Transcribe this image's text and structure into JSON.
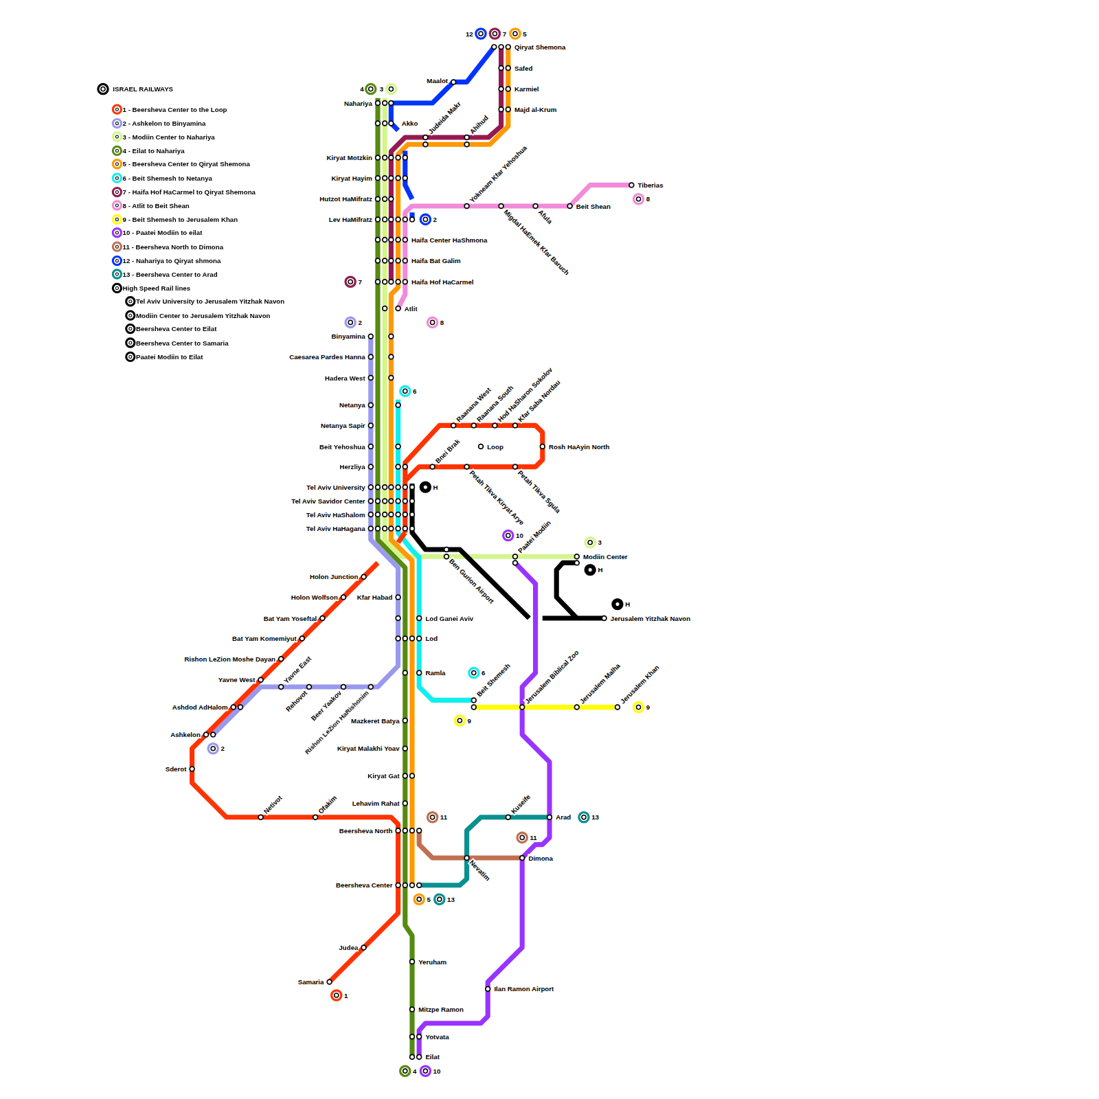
{
  "diagram": {
    "title": "ISRAEL RAILWAYS",
    "labels": [
      "Nahariya",
      "Akko",
      "Kiryat Motzkin",
      "Kiryat Hayim",
      "Hutzot HaMifratz",
      "Lev HaMifratz",
      "Haifa Center HaShmona",
      "Haifa Bat Galim",
      "Haifa Hof HaCarmel",
      "Atlit",
      "Binyamina",
      "Caesarea Pardes Hanna",
      "Hadera West",
      "Netanya",
      "Netanya Sapir",
      "Beit Yehoshua",
      "Herzliya",
      "Tel Aviv University",
      "Tel Aviv Savidor Center",
      "Tel Aviv HaShalom",
      "Tel Aviv HaHagana",
      "Holon Junction",
      "Holon Wolfson",
      "Bat Yam Yoseftal",
      "Bat Yam Komemiyut",
      "Rishon LeZion Moshe Dayan",
      "Yavne West",
      "Ashdod AdHalom",
      "Ashkelon",
      "Sderot",
      "Netivot",
      "Ofakim",
      "Yavne East",
      "Rehovot",
      "Beer Yaakov",
      "Rishon LeZion HaRishonim",
      "Kfar Habad",
      "Lod Ganei Aviv",
      "Lod",
      "Ramla",
      "Mazkeret Batya",
      "Kiryat Malakhi Yoav",
      "Kiryat Gat",
      "Lehavim Rahat",
      "Beersheva North",
      "Beersheva Center",
      "Judea",
      "Samaria",
      "Yeruham",
      "Mitzpe Ramon",
      "Yotvata",
      "Eilat",
      "Ilan Ramon Airport",
      "Nevatim",
      "Dimona",
      "Kuseife",
      "Arad",
      "Beit Shemesh",
      "Jerusalem Biblical Zoo",
      "Jerusalem Malha",
      "Jerusalem Khan",
      "Ben Gurion Airport",
      "Paatei Modiin",
      "Modiin Center",
      "Jerusalem Yitzhak Navon",
      "Raanana West",
      "Raanana South",
      "Hod HaSharon Sokolov",
      "Kfar Saba Nordau",
      "Rosh HaAyin North",
      "Loop",
      "Bnei Brak",
      "Petah Tikva Kiryat Arye",
      "Petah Tikva Sgula",
      "Qiryat Shemona",
      "Safed",
      "Karmiel",
      "Majd al-Krum",
      "Maalot",
      "Judeida Makr",
      "Ahihud",
      "Yokneam Kfar Yehoshua",
      "Migdal HaEmek Kfar Baruch",
      "Afula",
      "Beit Shean",
      "Tiberias",
      "4",
      "3",
      "12",
      "7",
      "5",
      "7",
      "2",
      "8",
      "6",
      "2",
      "8",
      "H",
      "10",
      "3",
      "H",
      "H",
      "6",
      "9",
      "9",
      "11",
      "11",
      "13",
      "13",
      "5",
      "1",
      "2",
      "4",
      "10"
    ],
    "legend": [
      {
        "text": "1 - Beersheva Center to the Loop",
        "color": "#ff3300"
      },
      {
        "text": "2 - Ashkelon to Binyamina",
        "color": "#9999ee"
      },
      {
        "text": "3 - Modiin Center to Nahariya",
        "color": "#d4f58a"
      },
      {
        "text": "4 - Eilat to Nahariya",
        "color": "#558b10"
      },
      {
        "text": "5 - Beersheva Center to Qiryat Shemona",
        "color": "#ff9900"
      },
      {
        "text": "6 - Beit Shemesh to Netanya",
        "color": "#11eeee"
      },
      {
        "text": "7 - Haifa Hof HaCarmel to Qiryat Shemona",
        "color": "#941a50"
      },
      {
        "text": "8 - Atlit to Beit Shean",
        "color": "#f08cd9"
      },
      {
        "text": "9 - Beit Shemesh to Jerusalem Khan",
        "color": "#ffff00"
      },
      {
        "text": "10 - Paatei Modiin to eilat",
        "color": "#9933ff"
      },
      {
        "text": "11 - Beersheva North to Dimona",
        "color": "#c07050"
      },
      {
        "text": "12 - Nahariya to Qiryat shmona",
        "color": "#0033ff"
      },
      {
        "text": "13 - Beersheva Center to Arad",
        "color": "#0a9090"
      },
      {
        "text": "High Speed Rail lines",
        "color": "#000000"
      },
      {
        "text": "Tel Aviv University to Jerusalem Yitzhak Navon",
        "color": "#000000"
      },
      {
        "text": "Modiin Center to Jerusalem Yitzhak Navon",
        "color": "#000000"
      },
      {
        "text": "Beersheva Center to Eilat",
        "color": "#000000"
      },
      {
        "text": "Beersheva Center to Samaria",
        "color": "#000000"
      },
      {
        "text": "Paatei Modiin to Eilat",
        "color": "#000000"
      }
    ]
  }
}
